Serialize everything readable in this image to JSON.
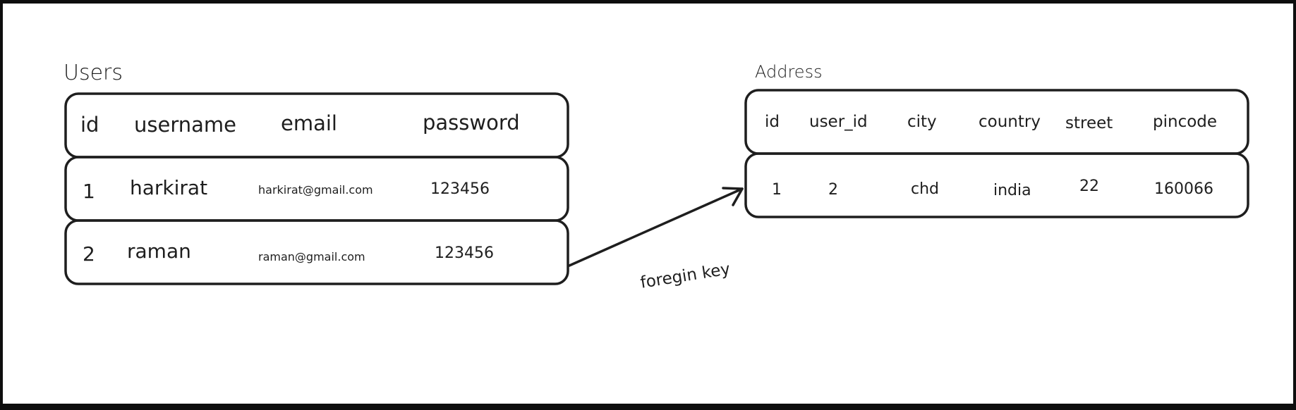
{
  "users": {
    "title": "Users",
    "columns": [
      "id",
      "username",
      "email",
      "password"
    ],
    "rows": [
      [
        "1",
        "harkirat",
        "harkirat@gmail.com",
        "123456"
      ],
      [
        "2",
        "raman",
        "raman@gmail.com",
        "123456"
      ]
    ]
  },
  "address": {
    "title": "Address",
    "columns": [
      "id",
      "user_id",
      "city",
      "country",
      "street",
      "pincode"
    ],
    "rows": [
      [
        "1",
        "2",
        "chd",
        "india",
        "22",
        "160066"
      ]
    ]
  },
  "relation": {
    "label": "foregin key"
  },
  "colors": {
    "stroke": "#1e1e1e",
    "background": "#ffffff",
    "frame": "#0e0e0e"
  }
}
